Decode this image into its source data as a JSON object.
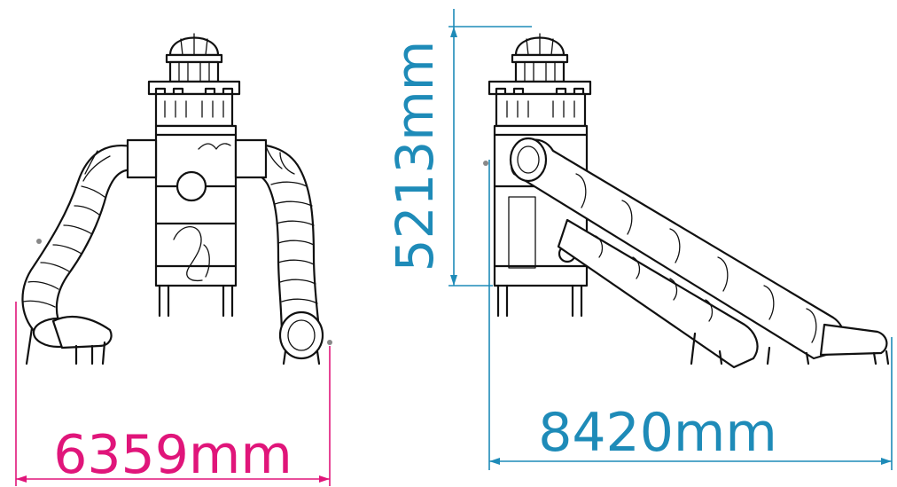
{
  "diagram": {
    "views": [
      {
        "name": "front-view",
        "dimension": "6359mm",
        "dimension_color": "#e0157a"
      },
      {
        "name": "side-view",
        "dimension_width": "8420mm",
        "dimension_height": "5213mm",
        "dimension_color": "#1e8bb8"
      }
    ]
  }
}
